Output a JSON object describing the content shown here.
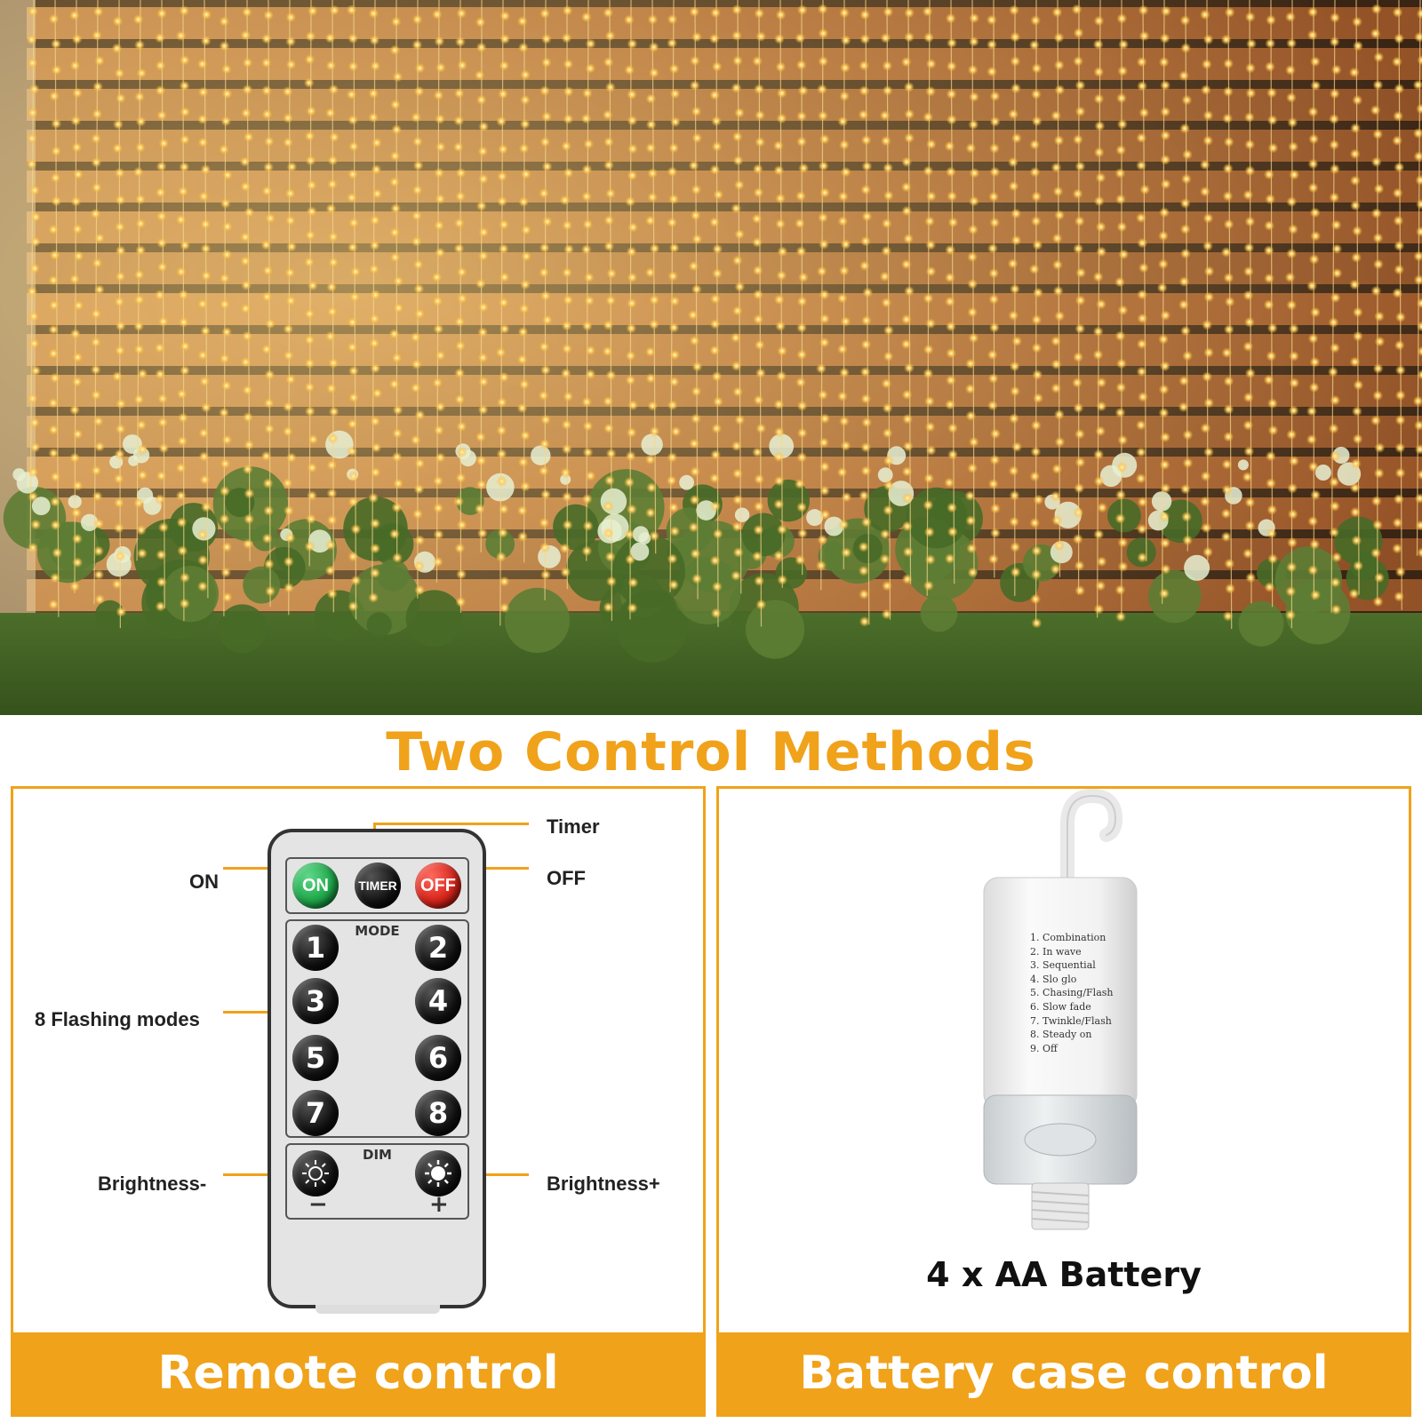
{
  "headline": "Two Control Methods",
  "colors": {
    "accent": "#f0a21a",
    "on_button": "#1fa84a",
    "off_button": "#d9261c",
    "timer_button": "#111111"
  },
  "remote_panel": {
    "footer_label": "Remote control",
    "callouts": {
      "timer": "Timer",
      "on": "ON",
      "off": "OFF",
      "modes": "8 Flashing modes",
      "brightness_minus": "Brightness-",
      "brightness_plus": "Brightness+"
    },
    "remote": {
      "on_label": "ON",
      "timer_label": "TIMER",
      "off_label": "OFF",
      "mode_label": "MODE",
      "mode_buttons": [
        "1",
        "2",
        "3",
        "4",
        "5",
        "6",
        "7",
        "8"
      ],
      "dim_label": "DIM",
      "dim_minus": "−",
      "dim_plus": "+"
    }
  },
  "battery_panel": {
    "footer_label": "Battery case control",
    "caption": "4 x AA Battery",
    "mode_list": [
      "1. Combination",
      "2. In wave",
      "3. Sequential",
      "4. Slo glo",
      "5. Chasing/Flash",
      "6. Slow fade",
      "7. Twinkle/Flash",
      "8. Steady on",
      "9. Off"
    ]
  }
}
